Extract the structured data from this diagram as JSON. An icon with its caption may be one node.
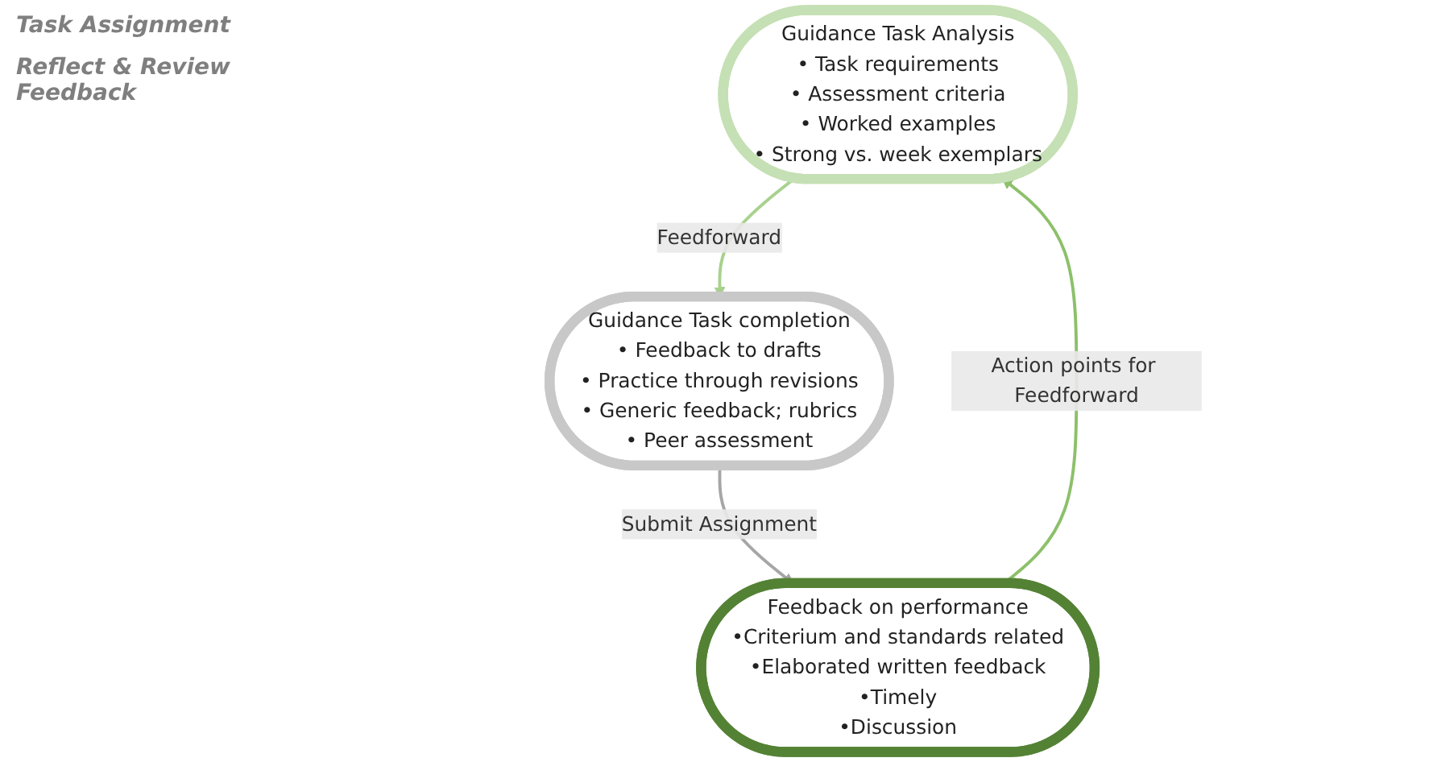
{
  "diagram": {
    "nodes": [
      {
        "text": [
          "Guidance Task Analysis",
          "• Task requirements",
          "• Assessment criteria",
          "• Worked examples",
          "• Strong vs. week exemplars"
        ]
      },
      {
        "text": [
          "Feedback on performance",
          "•Criterium and standards related",
          "•Elaborated written feedback",
          "•Timely",
          "•Discussion"
        ]
      },
      {
        "text": [
          "Guidance Task completion",
          "• Feedback to drafts",
          "• Practice through revisions",
          "• Generic feedback; rubrics",
          "• Peer assessment"
        ]
      }
    ],
    "edges": [
      {
        "from": 1,
        "to": 0,
        "arrow": "to",
        "label": "Action points for Feedforward",
        "color": "#8cc06a"
      },
      {
        "from": 0,
        "to": 2,
        "arrow": "to",
        "label": "Feedforward",
        "color": "#a9d18e"
      },
      {
        "from": 2,
        "to": 1,
        "arrow": "to",
        "label": "Submit Assignment",
        "color": "#a6a6a6"
      }
    ],
    "labels": [
      "Task Assignment",
      "Reflect & Review Feedback"
    ]
  }
}
